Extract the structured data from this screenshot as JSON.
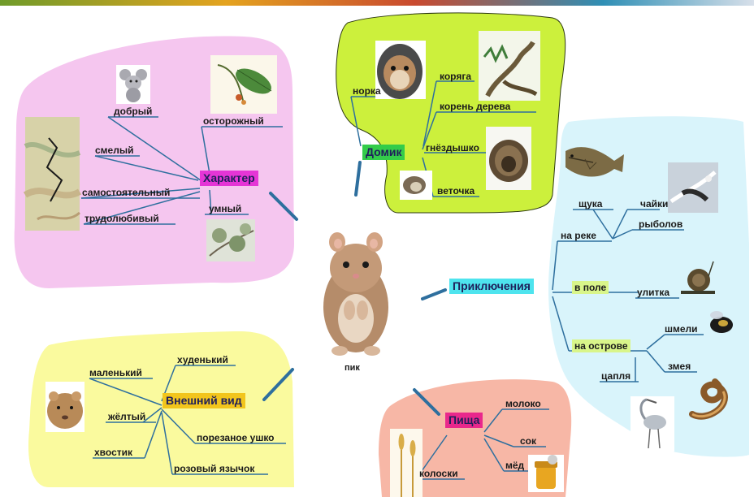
{
  "center": {
    "label": "пик"
  },
  "colors": {
    "harakter_bg": "#f5c6ef",
    "domik_bg": "#ccf03c",
    "priklyucheniya_bg": "#d9f4fb",
    "vneshniy_bg": "#fafa9e",
    "pishcha_bg": "#f7b7a6",
    "line": "#2e6f9e",
    "top_border_gradient": [
      "#6f9b2a",
      "#e4a31f",
      "#c94a2f",
      "#2f8fb5",
      "#d8e0ea"
    ]
  },
  "characteristics": {
    "title": "Характер",
    "title_bg": "#e535d6",
    "items": [
      "добрый",
      "осторожный",
      "смелый",
      "самостоятельный",
      "трудолюбивый",
      "умный"
    ]
  },
  "home": {
    "title": "Домик",
    "title_bg": "#33cc4a",
    "items": [
      "норка",
      "коряга",
      "корень дерева",
      "гнёздышко",
      "веточка"
    ]
  },
  "adventures": {
    "title": "Приключения",
    "title_bg": "#4ee4ee",
    "groups": [
      {
        "label": "на реке",
        "items": [
          "щука",
          "чайки",
          "рыболов"
        ]
      },
      {
        "label": "в поле",
        "items": [
          "улитка"
        ]
      },
      {
        "label": "на острове",
        "items": [
          "шмели",
          "змея",
          "цапля"
        ]
      }
    ]
  },
  "appearance": {
    "title": "Внешний вид",
    "title_bg": "#f2c51c",
    "items": [
      "маленький",
      "худенький",
      "жёлтый",
      "хвостик",
      "порезаное ушко",
      "розовый язычок"
    ]
  },
  "food": {
    "title": "Пища",
    "title_bg": "#e9288c",
    "items": [
      "молоко",
      "сок",
      "мёд",
      "колоски"
    ]
  },
  "icons": [
    "hamster-icon",
    "mouse-icon",
    "leaf-icon",
    "map-icon",
    "tree-icon",
    "wood-icon",
    "nest-icon",
    "hamster-burrow-icon",
    "pike-icon",
    "seagull-icon",
    "snail-icon",
    "bumblebee-icon",
    "snake-icon",
    "heron-icon",
    "hamster-face-icon",
    "wheat-icon",
    "honey-icon"
  ]
}
